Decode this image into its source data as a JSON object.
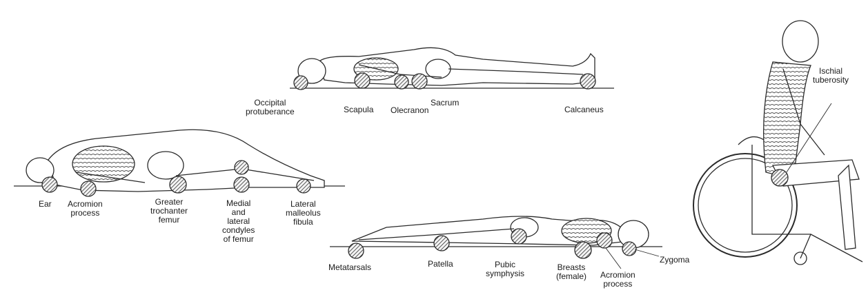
{
  "colors": {
    "ink": "#2a2a2a",
    "pressure": "#3a3a3a",
    "paper": "#ffffff"
  },
  "figures": {
    "supine": {
      "labels": [
        {
          "key": "occipital",
          "lines": [
            "Occipital",
            "protuberance"
          ]
        },
        {
          "key": "scapula",
          "lines": [
            "Scapula"
          ]
        },
        {
          "key": "olecranon",
          "lines": [
            "Olecranon"
          ]
        },
        {
          "key": "sacrum",
          "lines": [
            "Sacrum"
          ]
        },
        {
          "key": "calcaneus",
          "lines": [
            "Calcaneus"
          ]
        }
      ]
    },
    "lateral": {
      "labels": [
        {
          "key": "ear",
          "lines": [
            "Ear"
          ]
        },
        {
          "key": "acromion",
          "lines": [
            "Acromion",
            "process"
          ]
        },
        {
          "key": "trochanter",
          "lines": [
            "Greater",
            "trochanter",
            "femur"
          ]
        },
        {
          "key": "condyles",
          "lines": [
            "Medial",
            "and",
            "lateral",
            "condyles",
            "of femur"
          ]
        },
        {
          "key": "malleolus",
          "lines": [
            "Lateral",
            "malleolus",
            "fibula"
          ]
        }
      ]
    },
    "prone": {
      "labels": [
        {
          "key": "metatarsals",
          "lines": [
            "Metatarsals"
          ]
        },
        {
          "key": "patella",
          "lines": [
            "Patella"
          ]
        },
        {
          "key": "pubic",
          "lines": [
            "Pubic",
            "symphysis"
          ]
        },
        {
          "key": "breasts",
          "lines": [
            "Breasts",
            "(female)"
          ]
        },
        {
          "key": "acromion",
          "lines": [
            "Acromion",
            "process"
          ]
        },
        {
          "key": "zygoma",
          "lines": [
            "Zygoma"
          ]
        }
      ]
    },
    "seated": {
      "labels": [
        {
          "key": "ischial",
          "lines": [
            "Ischial",
            "tuberosity"
          ]
        }
      ]
    }
  }
}
